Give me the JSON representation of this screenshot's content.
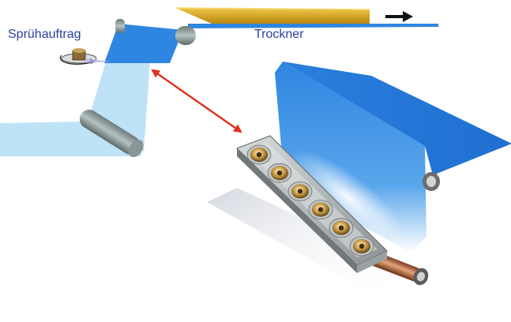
{
  "labels": {
    "spray": "Sprühauftrag",
    "dryer": "Trockner"
  },
  "colors": {
    "web_blue": "#2f86e0",
    "web_light": "#bfe3f6",
    "dryer_gold": "#d4a419",
    "arrow_red": "#e0301e",
    "label_blue": "#2a3f9e"
  },
  "spray_heads": {
    "count": 6
  }
}
